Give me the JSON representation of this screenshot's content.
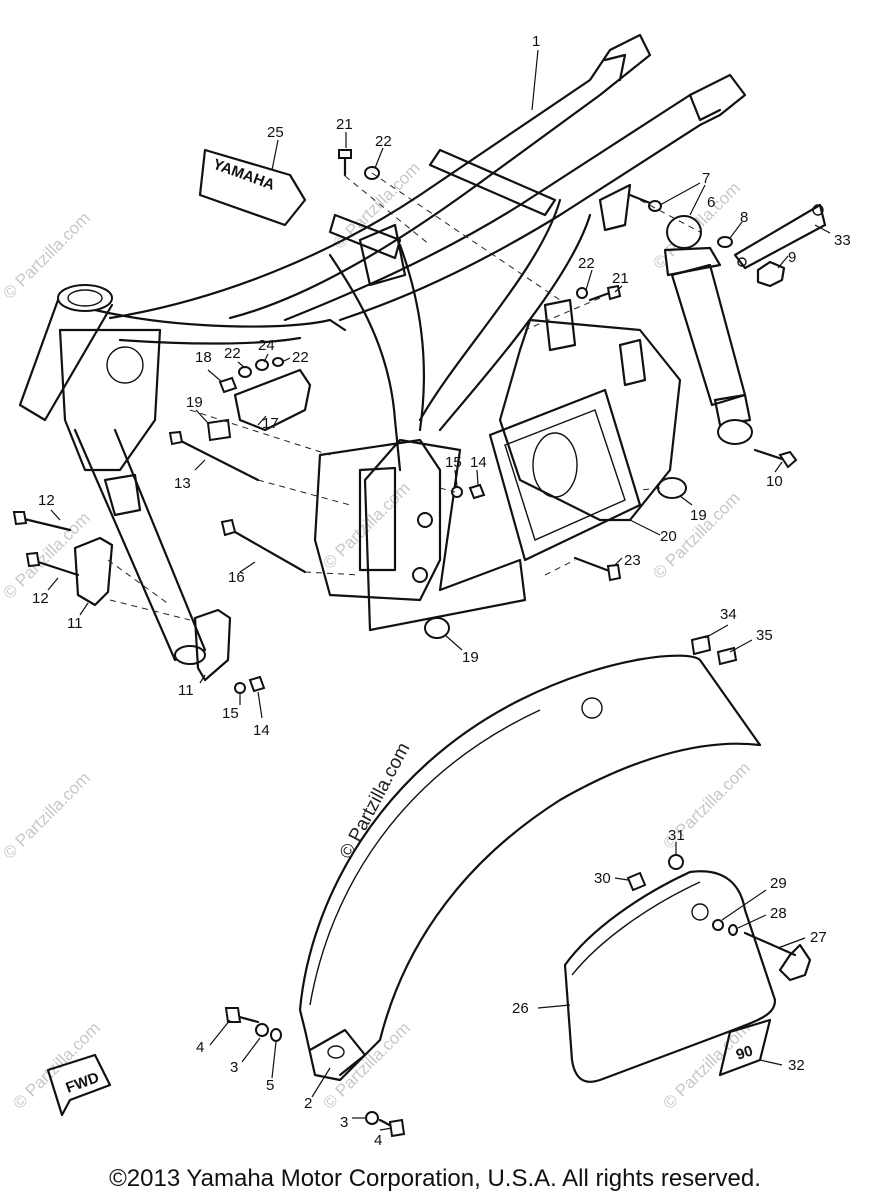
{
  "watermark": {
    "main_text": "© Partzilla.com",
    "tile_text": "© Partzilla.com"
  },
  "copyright": "©2013 Yamaha Motor Corporation, U.S.A. All rights reserved.",
  "emblem_text": "YAMAHA",
  "direction_label": "FWD",
  "decal_text": "90",
  "callouts": {
    "c1": "1",
    "c2": "2",
    "c3a": "3",
    "c3b": "3",
    "c4a": "4",
    "c4b": "4",
    "c5": "5",
    "c6": "6",
    "c7": "7",
    "c8": "8",
    "c9": "9",
    "c10": "10",
    "c11a": "11",
    "c11b": "11",
    "c12a": "12",
    "c12b": "12",
    "c13": "13",
    "c14a": "14",
    "c14b": "14",
    "c15a": "15",
    "c15b": "15",
    "c16": "16",
    "c17": "17",
    "c18": "18",
    "c19a": "19",
    "c19b": "19",
    "c19c": "19",
    "c20": "20",
    "c21a": "21",
    "c21b": "21",
    "c22a": "22",
    "c22b": "22",
    "c22c": "22",
    "c22d": "22",
    "c23": "23",
    "c24": "24",
    "c25": "25",
    "c26": "26",
    "c27": "27",
    "c28": "28",
    "c29": "29",
    "c30": "30",
    "c31": "31",
    "c32": "32",
    "c33": "33",
    "c34": "34",
    "c35": "35"
  }
}
